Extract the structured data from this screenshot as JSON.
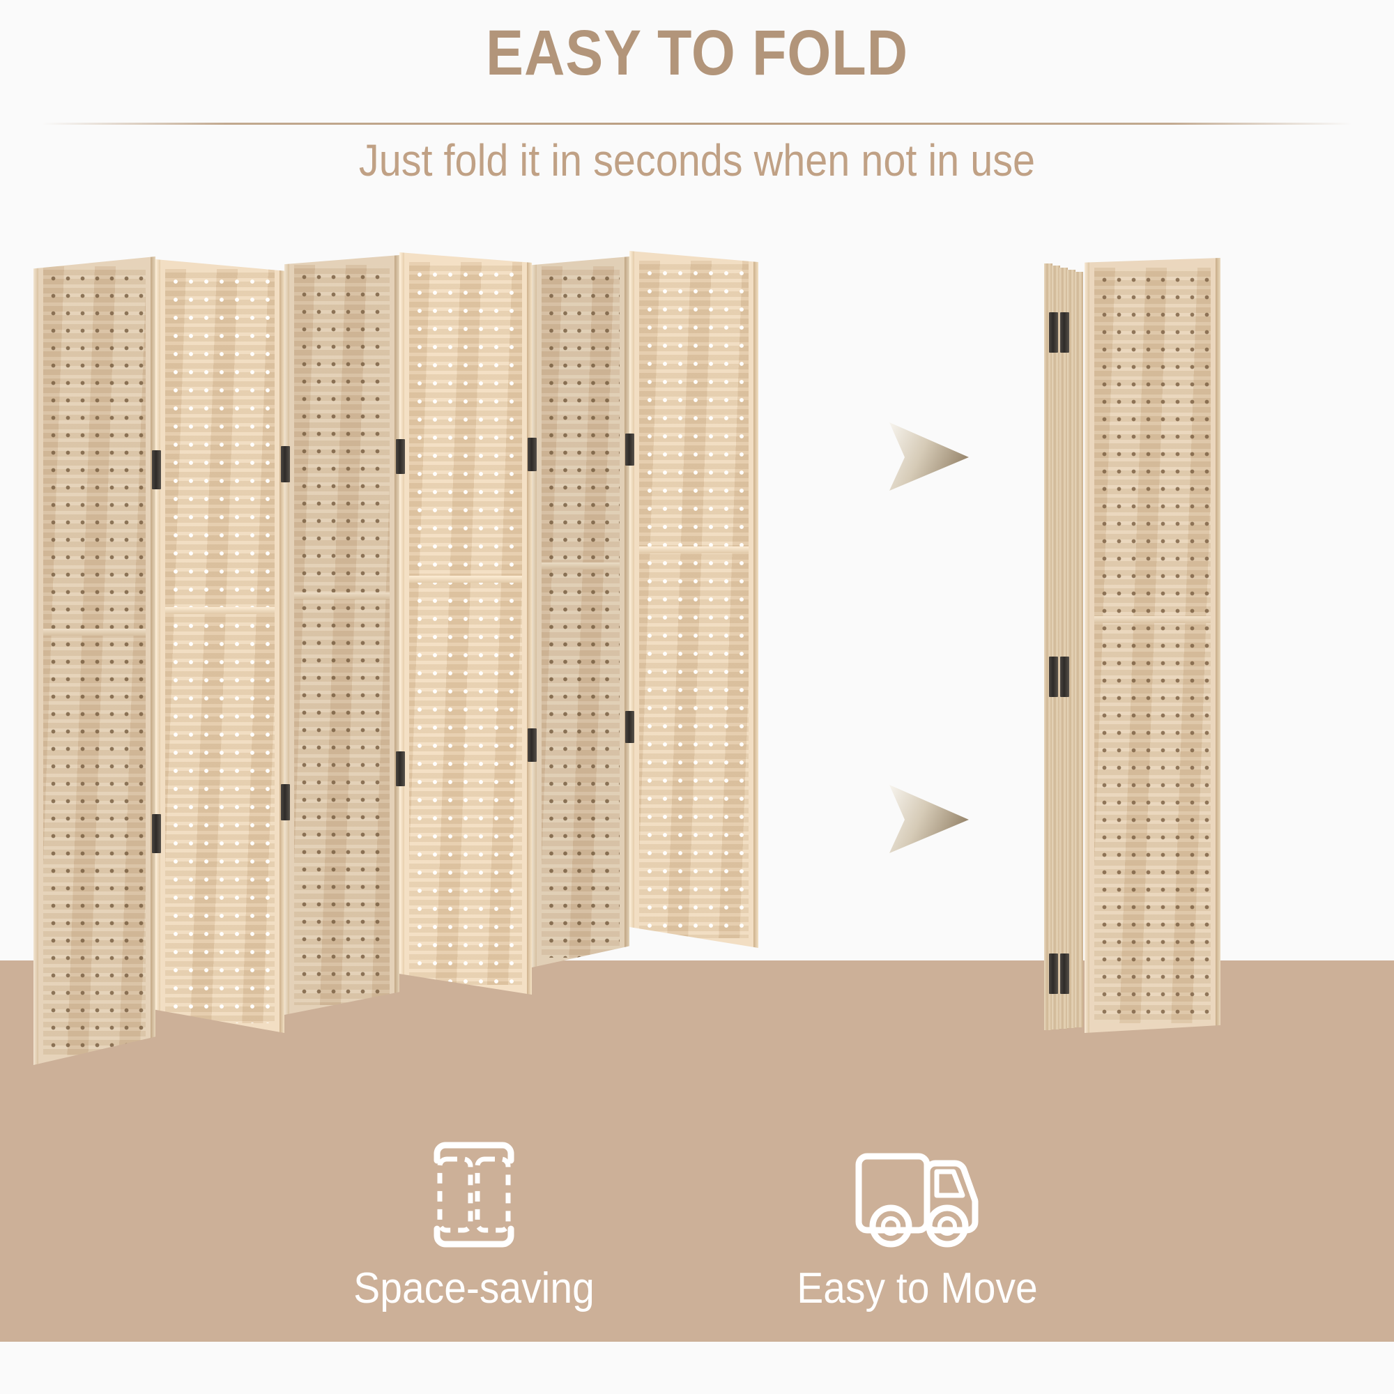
{
  "header": {
    "title": "EASY TO FOLD",
    "subtitle": "Just fold it in seconds when not in use",
    "title_color": "#b2957a",
    "subtitle_color": "#c0a185",
    "divider_color": "#b79a7c"
  },
  "scene": {
    "background_color": "#fafafa",
    "floor_color": "#ccb098",
    "product": "6-panel folding pegboard room divider screen",
    "wood_color": "#ddc6a8",
    "frame_color": "#e6d3ba",
    "hinge_color": "#2e2b28",
    "open_screen": {
      "label": "unfolded-screen",
      "panel_count": 6
    },
    "folded_screen": {
      "label": "folded-screen",
      "panel_count": 1
    },
    "arrows": [
      {
        "name": "fold-arrow-top"
      },
      {
        "name": "fold-arrow-bottom"
      }
    ],
    "arrow_color_light": "#f3efe7",
    "arrow_color_dark": "#a89madv"
  },
  "features": [
    {
      "icon": "space-saving-icon",
      "label": "Space-saving"
    },
    {
      "icon": "truck-icon",
      "label": "Easy to Move"
    }
  ],
  "feature_text_color": "#ffffff"
}
